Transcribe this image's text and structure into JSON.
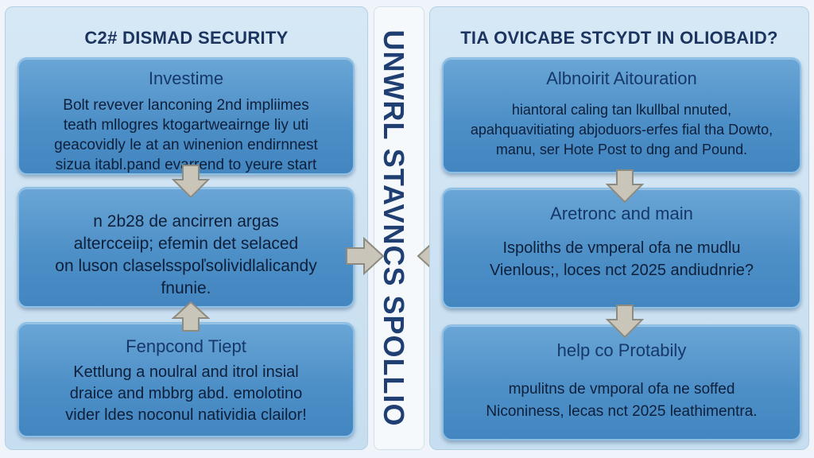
{
  "left": {
    "title": "C2# DISMAD SECURITY",
    "boxes": [
      {
        "title": "Investime",
        "lines": [
          "Bolt revever lanconing 2nd impliimes",
          "teath mllogres ktogartweairnge liy uti",
          "geacovidly le at an winenion endirnnest",
          "sizua itabl.pand evarrend to yeure start"
        ]
      },
      {
        "title": "",
        "lines": [
          "n 2b28 de ancirren argas",
          "altercceiip; efemin det selaced",
          "on luson claselsspoľsolividlalicandy",
          "fnunie."
        ]
      },
      {
        "title": "Fenpcond Tiept",
        "lines": [
          "Kettlung a noulral and itrol insial",
          "draice and mbbrg abd. emolotino",
          "vider ldes noconul natividia clailor!"
        ]
      }
    ]
  },
  "center": {
    "vertical_text": "UNWRL STAVNCS SPOLLIO"
  },
  "right": {
    "title": "TIA OVICABE STCYDT IN OLIOBAID?",
    "boxes": [
      {
        "title": "Albnoirit Aitouration",
        "lines": [
          "hiantoral caling tan lkullbal nnuted,",
          "apahquavitiating abjoduors-erfes fial tha Dowto,",
          "manu, ser Hote Post to dng and Pound."
        ]
      },
      {
        "title": "Aretronc and main",
        "lines": [
          "Ispoliths de vmperal ofa ne mudlu",
          "Vienlous;, loces nct 2025 andiudnrie?"
        ]
      },
      {
        "title": "help co Protabily",
        "lines": [
          "mpulitns de vmporal ofa ne soffed",
          "Niconiness, lecas nct 2025 leathimentra."
        ]
      }
    ]
  },
  "colors": {
    "panel_bg": "#d6e8f5",
    "box_fill": "#4d8fc7",
    "title_text": "#1c3560",
    "arrow_fill": "#c9c5b8"
  },
  "icons": [
    "down-arrow-icon",
    "up-arrow-icon",
    "right-arrow-icon",
    "left-arrow-icon"
  ]
}
